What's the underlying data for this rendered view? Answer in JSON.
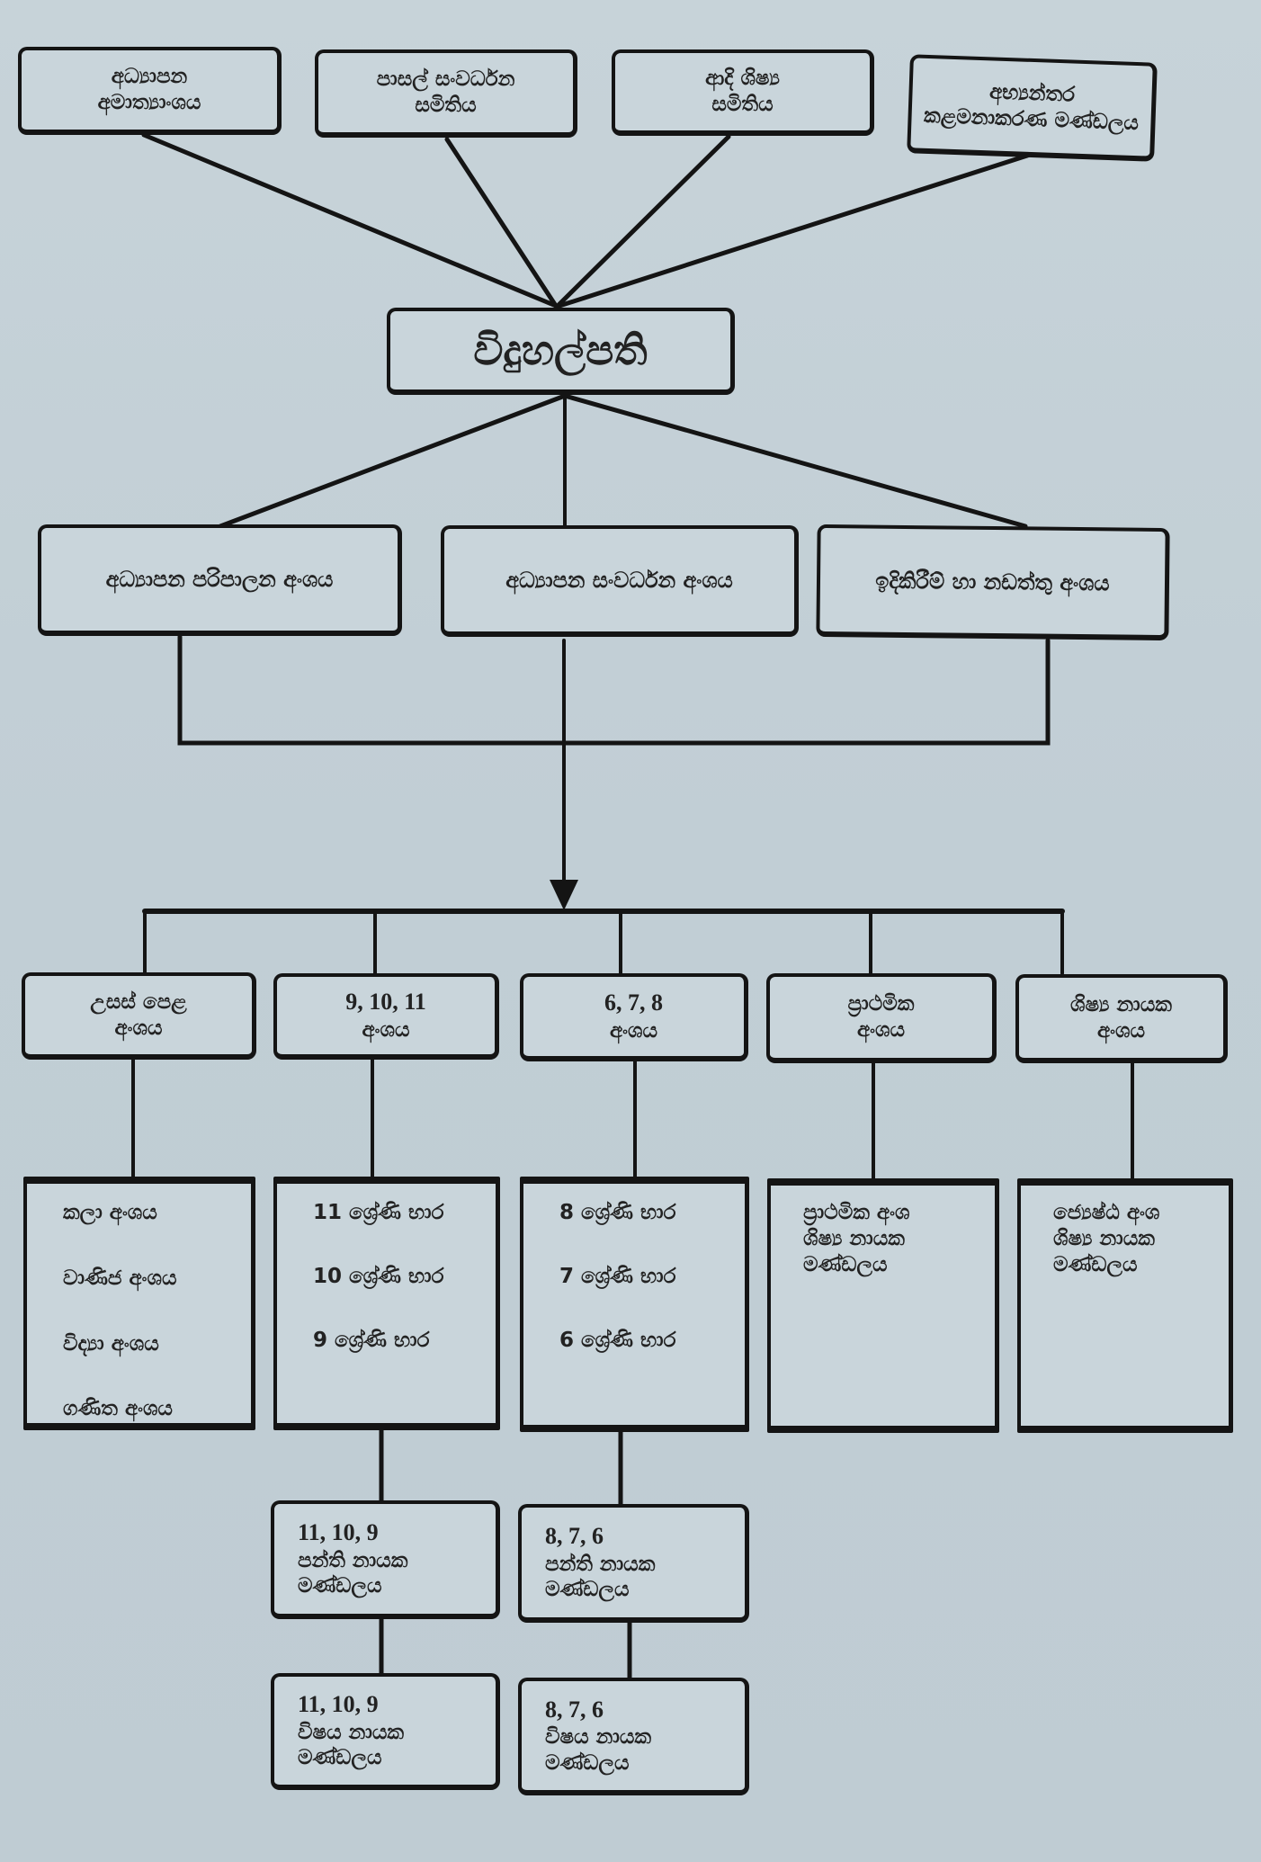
{
  "diagram": {
    "type": "organizational-chart",
    "top_row": [
      {
        "id": "ministry",
        "lines": [
          "අධ්‍යාපන",
          "අමාත්‍යාංශය"
        ]
      },
      {
        "id": "sdc",
        "lines": [
          "පාසල් සංවර්ධන",
          "සමිතිය"
        ]
      },
      {
        "id": "alumni",
        "lines": [
          "ආදි ශිෂ්‍ය",
          "සමිතිය"
        ]
      },
      {
        "id": "internal-mgmt",
        "lines": [
          "අභ්‍යන්තර",
          "කළමනාකරණ මණ්ඩලය"
        ]
      }
    ],
    "principal": {
      "label": "විදුහල්පති"
    },
    "middle_row": [
      {
        "id": "admin",
        "label": "අධ්‍යාපන පරිපාලන අංශය"
      },
      {
        "id": "development",
        "label": "අධ්‍යාපන සංවර්ධන අංශය"
      },
      {
        "id": "buildings",
        "label": "ඉදිකිරීම් හා නඩත්තු අංශය"
      }
    ],
    "sections": [
      {
        "id": "al",
        "lines": [
          "උසස් පෙළ",
          "අංශය"
        ]
      },
      {
        "id": "g9-11",
        "lines": [
          "9, 10, 11",
          "අංශය"
        ]
      },
      {
        "id": "g6-8",
        "lines": [
          "6, 7, 8",
          "අංශය"
        ]
      },
      {
        "id": "primary",
        "lines": [
          "ප්‍රාථමික",
          "අංශය"
        ]
      },
      {
        "id": "prefects",
        "lines": [
          "ශිෂ්‍ය නායක",
          "අංශය"
        ]
      }
    ],
    "section_details": [
      {
        "id": "al-streams",
        "items": [
          "කලා අංශය",
          "වාණිජ අංශය",
          "විද්‍යා අංශය",
          "ගණිත අංශය"
        ]
      },
      {
        "id": "g9-11-heads",
        "items": [
          "11 ශ්‍රේණි භාර",
          "10 ශ්‍රේණි භාර",
          "9 ශ්‍රේණි භාර"
        ]
      },
      {
        "id": "g6-8-heads",
        "items": [
          "8 ශ්‍රේණි භාර",
          "7 ශ්‍රේණි භාර",
          "6 ශ්‍රේණි භාර"
        ]
      },
      {
        "id": "primary-prefects",
        "items": [
          "ප්‍රාථමික අංශ",
          "ශිෂ්‍ය නායක",
          "මණ්ඩලය"
        ]
      },
      {
        "id": "senior-prefects",
        "items": [
          "ජ්‍යෙෂ්ඨ අංශ",
          "ශිෂ්‍ය නායක",
          "මණ්ඩලය"
        ]
      }
    ],
    "class_leaders": [
      {
        "id": "g11-9-class",
        "lines": [
          "11, 10, 9",
          "පන්ති නායක",
          "මණ්ඩලය"
        ]
      },
      {
        "id": "g8-6-class",
        "lines": [
          "8, 7, 6",
          "පන්ති නායක",
          "මණ්ඩලය"
        ]
      }
    ],
    "subject_leaders": [
      {
        "id": "g11-9-subject",
        "lines": [
          "11, 10, 9",
          "විෂය නායක",
          "මණ්ඩලය"
        ]
      },
      {
        "id": "g8-6-subject",
        "lines": [
          "8, 7, 6",
          "විෂය නායක",
          "මණ්ඩලය"
        ]
      }
    ],
    "colors": {
      "line": "#141414",
      "background": "#c3d0d6",
      "box_fill": "#c9d5db"
    }
  }
}
